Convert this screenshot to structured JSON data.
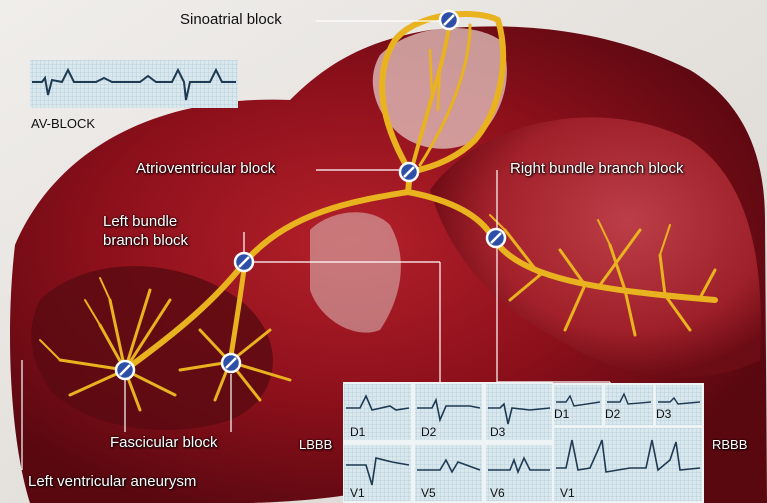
{
  "labels": {
    "sinoatrial": "Sinoatrial block",
    "av_block_label": "AV-BLOCK",
    "atrioventricular": "Atrioventricular block",
    "right_bundle": "Right bundle branch block",
    "left_bundle_line1": "Left bundle",
    "left_bundle_line2": "branch block",
    "fascicular": "Fascicular block",
    "lv_aneurysm": "Left ventricular aneurysm",
    "lbbb": "LBBB",
    "rbbb": "RBBB"
  },
  "lbbb_leads": [
    "D1",
    "D2",
    "D3",
    "V1",
    "V5",
    "V6"
  ],
  "rbbb_leads": [
    "D1",
    "D2",
    "D3",
    "V1"
  ],
  "colors": {
    "conduction": "#e9b21f",
    "tissue": "#8a0e18",
    "ecg_paper": "#d9e7ee",
    "ecg_line": "#1e3a52",
    "block_symbol": "#2d4fa8"
  },
  "icons": [
    "block-symbol-icon"
  ]
}
